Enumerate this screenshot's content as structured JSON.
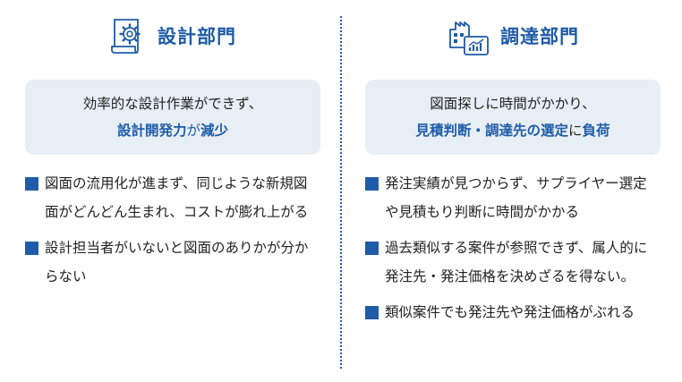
{
  "colors": {
    "accent": "#1f5ca8",
    "panel": "#e7eef5",
    "text": "#222222"
  },
  "design": {
    "icon": "gear-document-icon",
    "title": "設計部門",
    "summary_line1": "効率的な設計作業ができず、",
    "summary_emph": "設計開発力",
    "summary_mid": "が",
    "summary_emph2": "減少",
    "items": [
      "図面の流用化が進まず、同じような新規図面がどんどん生まれ、コストが膨れ上がる",
      "設計担当者がいないと図面のありかが分からない"
    ]
  },
  "procurement": {
    "icon": "factory-chart-icon",
    "title": "調達部門",
    "summary_line1": "図面探しに時間がかかり、",
    "summary_emph": "見積判断・調達先の選定",
    "summary_mid": "に",
    "summary_emph2": "負荷",
    "items": [
      "発注実績が見つからず、サプライヤー選定や見積もり判断に時間がかかる",
      "過去類似する案件が参照できず、属人的に発注先・発注価格を決めざるを得ない。",
      "類似案件でも発注先や発注価格がぶれる"
    ]
  }
}
